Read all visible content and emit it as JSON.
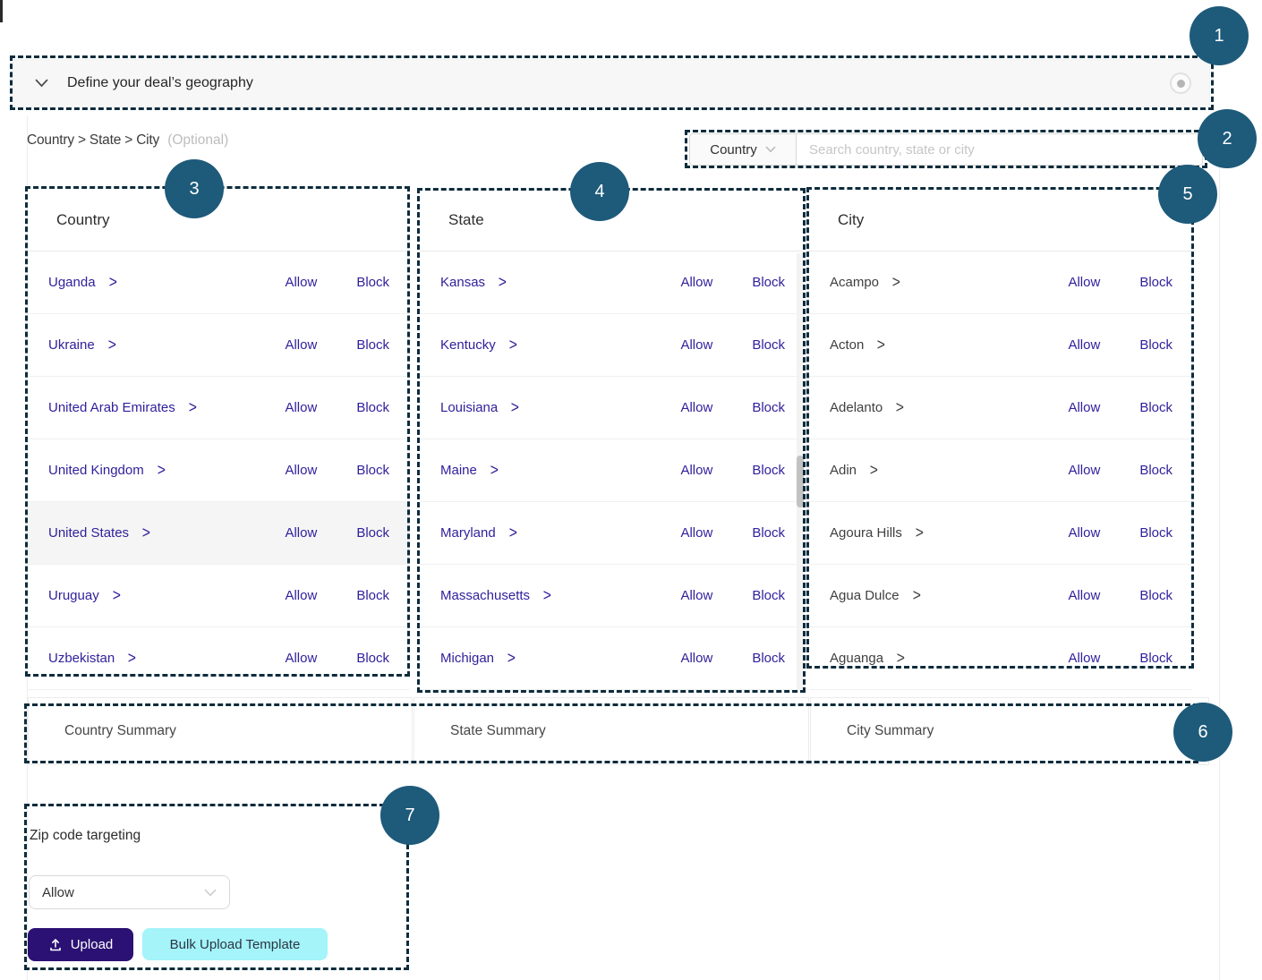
{
  "accordion": {
    "title": "Define your deal’s geography"
  },
  "breadcrumb": {
    "path": "Country > State > City",
    "optional": "(Optional)"
  },
  "search": {
    "filter_value": "Country",
    "placeholder": "Search country, state or city"
  },
  "labels": {
    "allow": "Allow",
    "block": "Block"
  },
  "columns": [
    {
      "title": "Country",
      "summary": "Country Summary",
      "selected_item": "United States",
      "items": [
        "Uganda",
        "Ukraine",
        "United Arab Emirates",
        "United Kingdom",
        "United States",
        "Uruguay",
        "Uzbekistan"
      ]
    },
    {
      "title": "State",
      "summary": "State Summary",
      "items": [
        "Kansas",
        "Kentucky",
        "Louisiana",
        "Maine",
        "Maryland",
        "Massachusetts",
        "Michigan"
      ]
    },
    {
      "title": "City",
      "summary": "City Summary",
      "items": [
        "Acampo",
        "Acton",
        "Adelanto",
        "Adin",
        "Agoura Hills",
        "Agua Dulce",
        "Aguanga"
      ]
    }
  ],
  "zip": {
    "title": "Zip code targeting",
    "mode_value": "Allow",
    "upload_label": "Upload",
    "bulk_label": "Bulk Upload Template"
  },
  "annotations": [
    "1",
    "2",
    "3",
    "4",
    "5",
    "6",
    "7"
  ],
  "colors": {
    "link_purple": "#31219c",
    "city_text": "#3f3f3f",
    "annotation_dash": "#0d2c3c",
    "annotation_badge": "#1e5a7a",
    "upload_button_bg": "#2a1173",
    "bulk_button_bg": "#a4f4f9",
    "selected_row_bg": "#f5f5f5",
    "header_bar_bg": "#f7f7f7"
  }
}
